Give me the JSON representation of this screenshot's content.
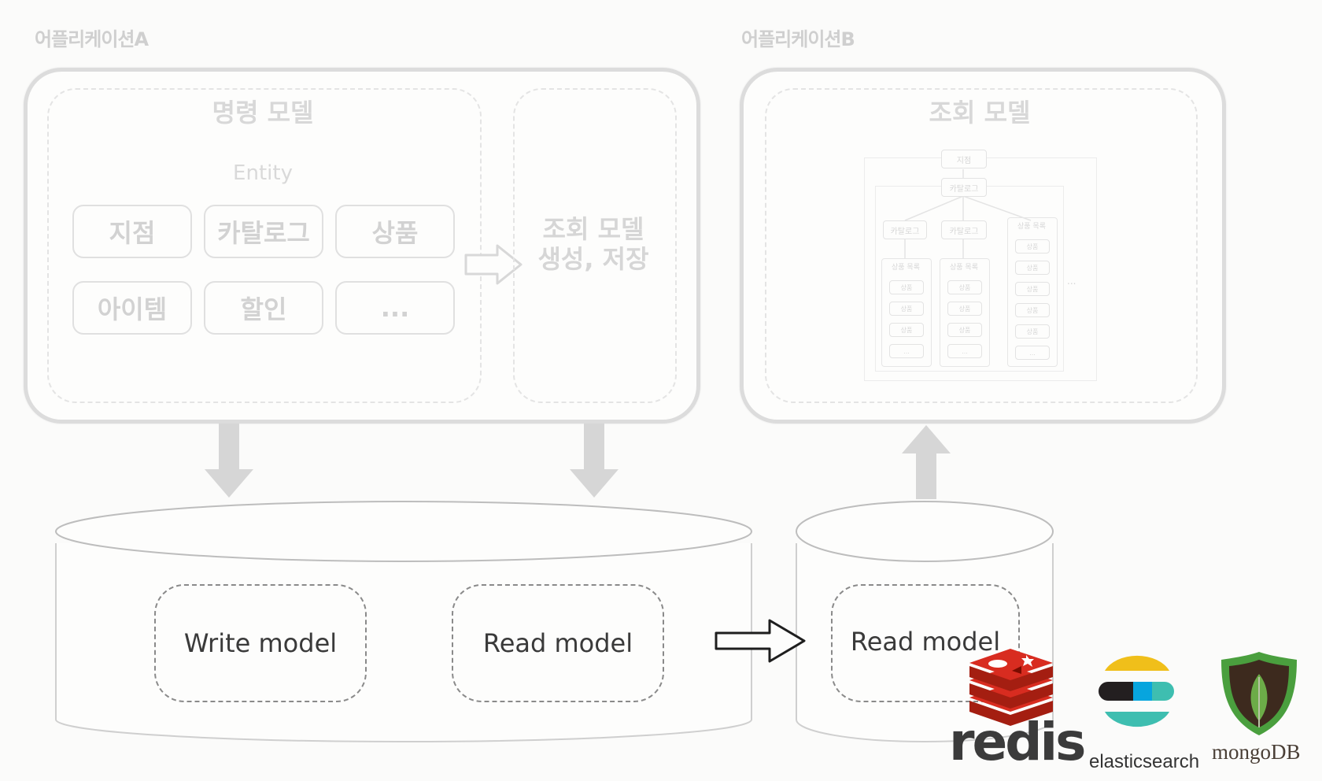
{
  "app_a": {
    "label": "어플리케이션A",
    "command_model": {
      "title": "명령 모델",
      "entity_title": "Entity",
      "entities": [
        "지점",
        "카탈로그",
        "상품",
        "아이템",
        "할인",
        "..."
      ]
    },
    "generate_label_line1": "조회 모델",
    "generate_label_line2": "생성, 저장"
  },
  "app_b": {
    "label": "어플리케이션B",
    "query_model": {
      "title": "조회 모델",
      "tree": {
        "root": "지점",
        "catalog": "카탈로그",
        "catalogs": [
          "카탈로그",
          "카탈로그",
          "상품 목록"
        ],
        "product_list": "상품 목록",
        "product": "상품",
        "more": "..."
      }
    }
  },
  "db_a": {
    "write_model": "Write model",
    "read_model": "Read model"
  },
  "db_b": {
    "read_model": "Read model"
  },
  "logos": {
    "redis": "redis",
    "elasticsearch": "elasticsearch",
    "mongodb": "mongoDB"
  }
}
